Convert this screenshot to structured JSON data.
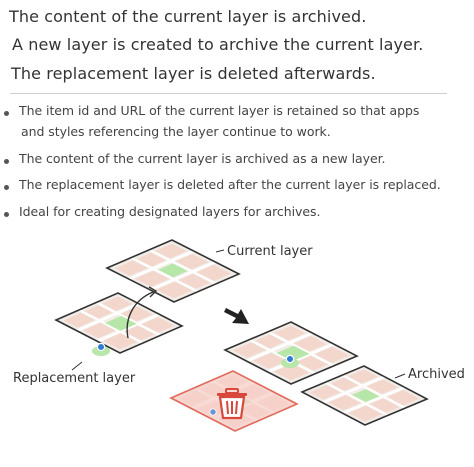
{
  "heading": {
    "line1": "The content of the current layer is archived.",
    "line2": "A new layer is created to archive the current layer.",
    "line3": "The replacement layer is deleted afterwards."
  },
  "bullets": [
    {
      "line1": "The item id and URL of the current layer is retained so that apps",
      "line2": "and styles referencing the layer continue to work."
    },
    {
      "line1": "The content of the current layer is archived as a new layer.",
      "line2": ""
    },
    {
      "line1": "The replacement layer is deleted after the current layer is replaced.",
      "line2": ""
    },
    {
      "line1": "Ideal for creating designated layers for archives.",
      "line2": ""
    }
  ],
  "diagram": {
    "labels": {
      "current": "Current layer",
      "replacement": "Replacement layer",
      "archived": "Archived"
    },
    "icons": [
      "trash-icon",
      "map-pin-icon",
      "arrow-icon"
    ],
    "colors": {
      "map_fill": "#f2ece8",
      "map_block": "#f3d6cc",
      "map_road": "#ffffff",
      "park": "#b6e6a8",
      "pin": "#2f7bd8",
      "deleted_fill": "#f4bdb4",
      "deleted_stroke": "#e06a5a",
      "outline": "#333333"
    }
  }
}
